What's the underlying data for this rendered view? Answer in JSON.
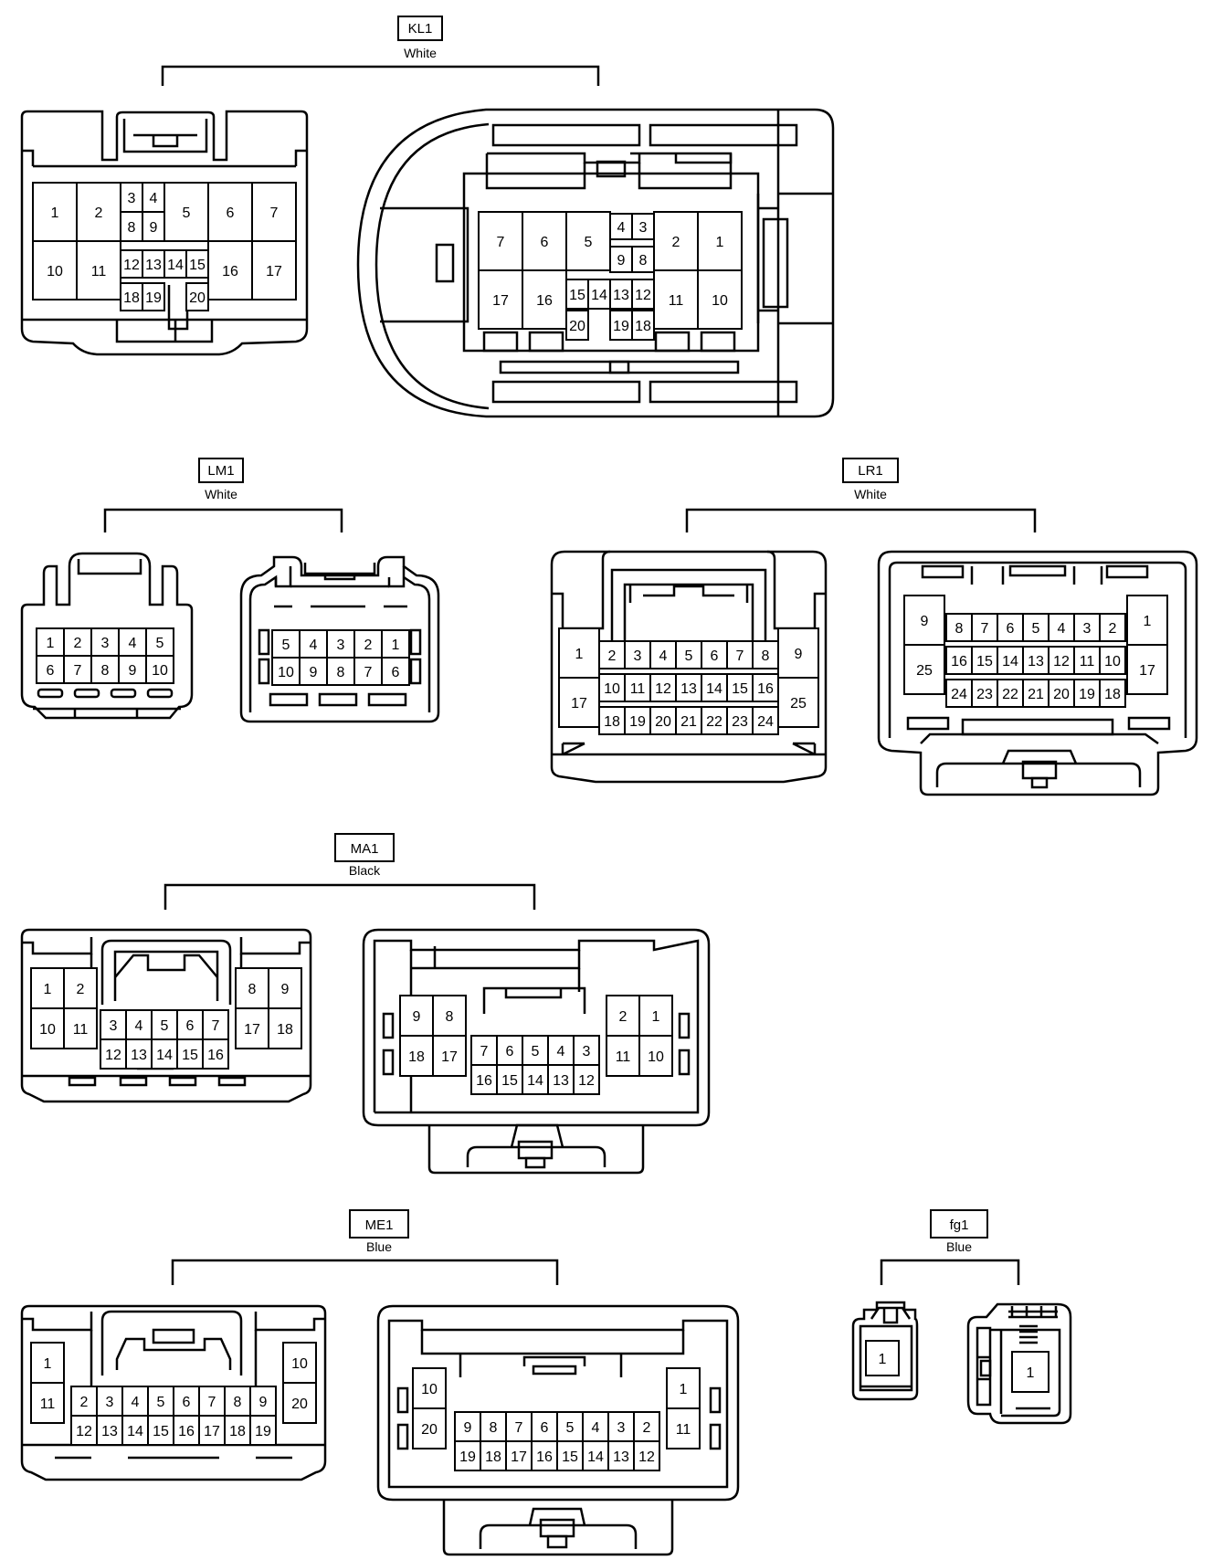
{
  "connectors": [
    {
      "id": "KL1",
      "name": "KL1",
      "color": "White"
    },
    {
      "id": "LM1",
      "name": "LM1",
      "color": "White"
    },
    {
      "id": "LR1",
      "name": "LR1",
      "color": "White"
    },
    {
      "id": "MA1",
      "name": "MA1",
      "color": "Black"
    },
    {
      "id": "ME1",
      "name": "ME1",
      "color": "Blue"
    },
    {
      "id": "fg1",
      "name": "fg1",
      "color": "Blue"
    }
  ]
}
